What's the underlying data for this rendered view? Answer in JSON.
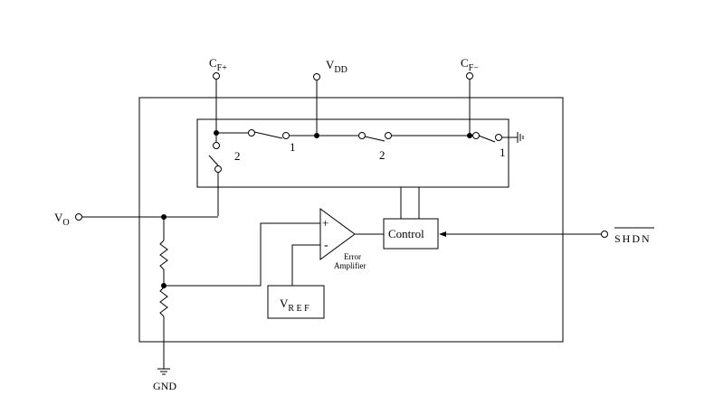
{
  "diagram": {
    "terminals": {
      "cf_plus": {
        "main": "C",
        "sub": "F+"
      },
      "vdd": {
        "main": "V",
        "sub": "DD"
      },
      "cf_minus": {
        "main": "C",
        "sub": "F−"
      },
      "vo": {
        "main": "V",
        "sub": "O"
      },
      "shdn": "SHDN",
      "gnd": "GND"
    },
    "switch_labels": {
      "phase_1_left": "1",
      "phase_2_center": "2",
      "phase_1_right": "1",
      "phase_2_left": "2"
    },
    "amplifier": {
      "plus": "+",
      "minus": "-",
      "label_line1": "Error",
      "label_line2": "Amplifier"
    },
    "control_block": {
      "label": "Control"
    },
    "reference_block": {
      "main": "V",
      "sub": "R E F"
    }
  }
}
